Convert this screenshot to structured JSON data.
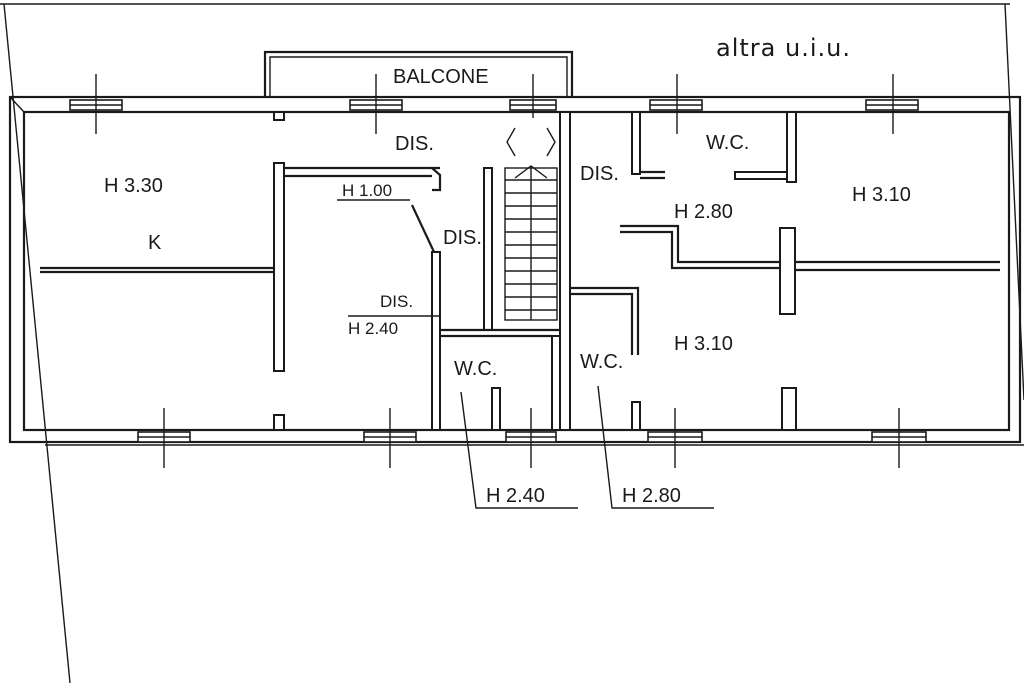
{
  "labels": {
    "balcone": "BALCONE",
    "altra_uiu": "altra u.i.u.",
    "dis_top": "DIS.",
    "dis_right_top": "DIS.",
    "dis_center": "DIS.",
    "dis_left_small": "DIS.",
    "wc_top": "W.C.",
    "wc_center": "W.C.",
    "wc_right": "W.C.",
    "k": "K",
    "h_330": "H 3.30",
    "h_100": "H 1.00",
    "h_240_dis": "H 2.40",
    "h_280_center": "H 2.80",
    "h_310_top_right": "H 3.10",
    "h_310_center": "H 3.10",
    "h_240_bottom": "H 2.40",
    "h_280_bottom": "H 2.80"
  }
}
